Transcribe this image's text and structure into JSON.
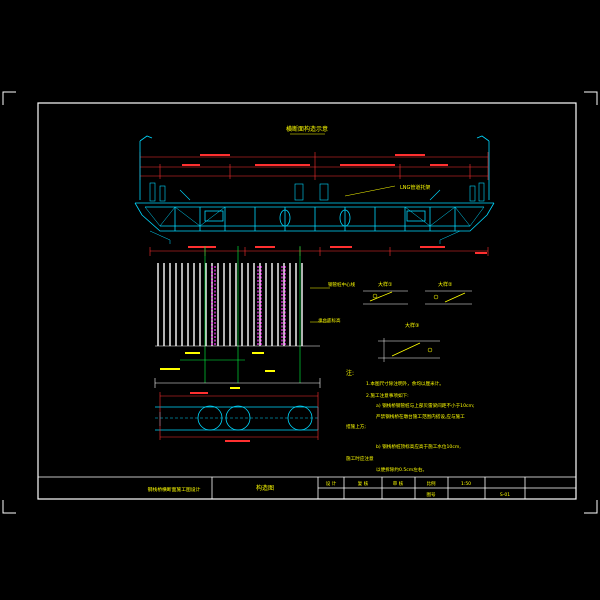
{
  "colors": {
    "background": "#000000",
    "frame": "#ffffff",
    "dimension": "#ff3030",
    "structure": "#00d8ff",
    "piles": "#ffffff",
    "pile_highlight": "#ff40ff",
    "annotation": "#ffff00",
    "guide": "#00ff40"
  },
  "drawing": {
    "section_title": "横断面构造示意",
    "callout_label": "LNG管道托架",
    "detail_labels": {
      "a": "大样①",
      "b": "大样②",
      "c": "大样③"
    },
    "side_labels": {
      "upper": "钢管桩中心线",
      "lower": "承台底标高"
    },
    "notes": {
      "heading": "注:",
      "lines": [
        "1.本图尺寸除注明外，余均以厘米计。",
        "2.施工注意事项如下:",
        "a) 钢栈桥钢管桩与上部贝雷梁间距不小于10cm;",
        "严禁钢栈桥在墩台施工范围内搭设,应与施工",
        "措施上方;",
        "b) 钢栈桥桩顶标高应高于施工水位10cm,",
        "施工时应注意",
        "以便拆除约0.5cm左右。"
      ]
    }
  },
  "title_block": {
    "project": "钢栈桥横断面施工图设计",
    "drawing_name": "构造图",
    "cells": [
      "设 计",
      "复 核",
      "审 核",
      "比例",
      "1:50",
      "图号",
      "S-01"
    ]
  }
}
